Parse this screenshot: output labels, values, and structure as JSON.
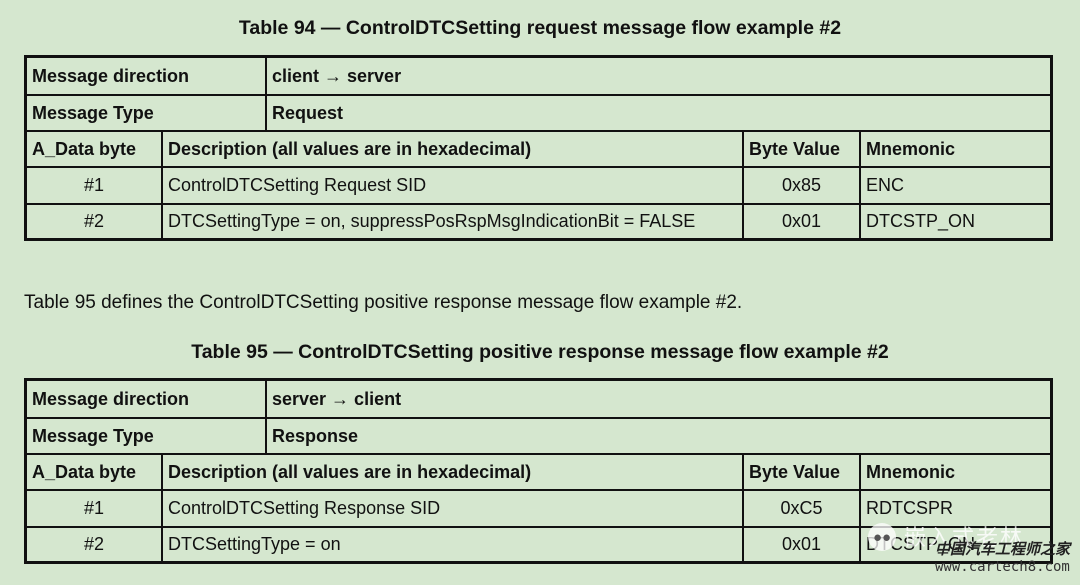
{
  "table94": {
    "caption": "Table 94 — ControlDTCSetting request message flow example #2",
    "direction_label": "Message direction",
    "direction_value": "client → server",
    "type_label": "Message Type",
    "type_value": "Request",
    "headers": [
      "A_Data byte",
      "Description (all values are in hexadecimal)",
      "Byte Value",
      "Mnemonic"
    ],
    "rows": [
      {
        "byte": "#1",
        "desc": "ControlDTCSetting Request SID",
        "value": "0x85",
        "mnemonic": "ENC"
      },
      {
        "byte": "#2",
        "desc": "DTCSettingType = on, suppressPosRspMsgIndicationBit = FALSE",
        "value": "0x01",
        "mnemonic": "DTCSTP_ON"
      }
    ]
  },
  "paragraph": "Table 95 defines the ControlDTCSetting positive response message flow example #2.",
  "table95": {
    "caption": "Table 95 — ControlDTCSetting positive response message flow example #2",
    "direction_label": "Message direction",
    "direction_value": "server → client",
    "type_label": "Message Type",
    "type_value": "Response",
    "headers": [
      "A_Data byte",
      "Description (all values are in hexadecimal)",
      "Byte Value",
      "Mnemonic"
    ],
    "rows": [
      {
        "byte": "#1",
        "desc": "ControlDTCSetting Response SID",
        "value": "0xC5",
        "mnemonic": "RDTCSPR"
      },
      {
        "byte": "#2",
        "desc": "DTCSettingType = on",
        "value": "0x01",
        "mnemonic": "DTCSTP_ON"
      }
    ]
  },
  "watermark": {
    "line1": "嵌入式老林",
    "line2": "中国汽车工程师之家",
    "line3": "www.cartech8.com",
    "icon": "wechat-icon"
  }
}
